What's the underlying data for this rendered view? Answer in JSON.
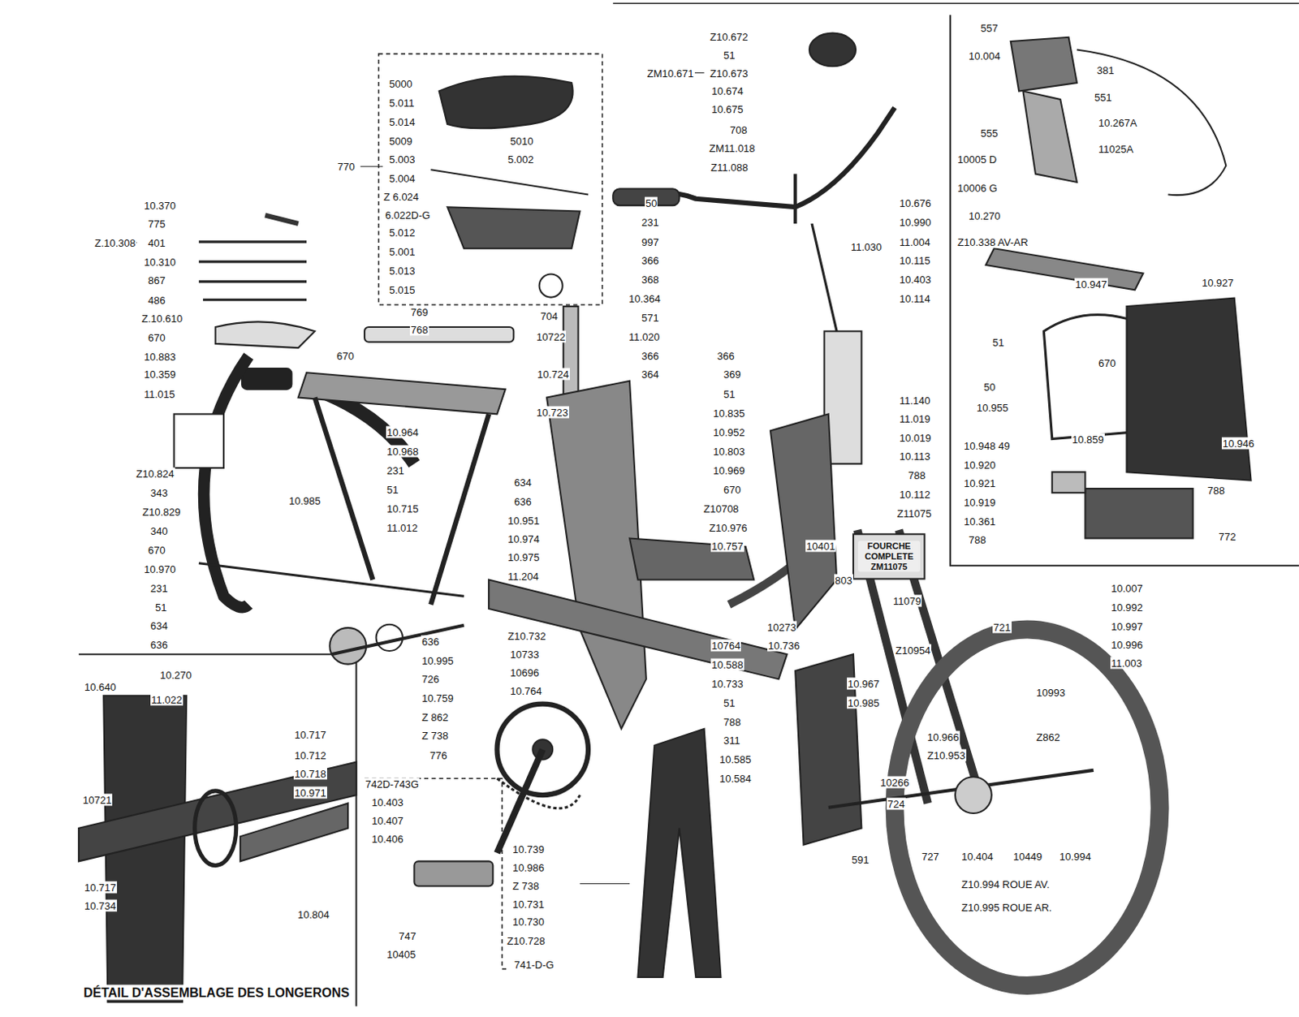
{
  "diagram": {
    "labels": [
      "Z10.672",
      "51",
      "ZM10.671",
      "Z10.673",
      "10.674",
      "10.675",
      "708",
      "ZM11.018",
      "Z11.088",
      "5000",
      "5.011",
      "5.014",
      "5009",
      "5010",
      "5.003",
      "5.002",
      "770",
      "5.004",
      "Z 6.024",
      "6.022D-G",
      "5.012",
      "5.001",
      "5.013",
      "5.015",
      "10.370",
      "775",
      "Z.10.308",
      "401",
      "10.310",
      "867",
      "486",
      "Z.10.610",
      "670",
      "10.883",
      "10.359",
      "11.015",
      "Z10.824",
      "343",
      "Z10.829",
      "340",
      "670",
      "10.970",
      "231",
      "51",
      "634",
      "636",
      "10.985",
      "769",
      "768",
      "670",
      "704",
      "10722",
      "10.724",
      "10.723",
      "10.964",
      "10.968",
      "231",
      "51",
      "10.715",
      "11.012",
      "634",
      "636",
      "10.951",
      "10.974",
      "10.975",
      "11.204",
      "636",
      "10.995",
      "726",
      "10.759",
      "Z 862",
      "Z 738",
      "776",
      "Z10.732",
      "10733",
      "10696",
      "10.764",
      "50",
      "231",
      "997",
      "366",
      "368",
      "10.364",
      "571",
      "11.020",
      "366",
      "364",
      "366",
      "369",
      "51",
      "10.835",
      "10.952",
      "10.803",
      "10.969",
      "670",
      "Z10708",
      "Z10.976",
      "10.757",
      "10401",
      "803",
      "10273",
      "10764",
      "10.736",
      "10.588",
      "10.733",
      "51",
      "788",
      "311",
      "10.585",
      "10.584",
      "11.030",
      "10.676",
      "10.990",
      "11.004",
      "10.115",
      "10.403",
      "10.114",
      "11.140",
      "11.019",
      "10.019",
      "10.113",
      "788",
      "10.112",
      "Z11075",
      "FOURCHE COMPLETE ZM11075",
      "11079",
      "Z10954",
      "10.967",
      "10.985",
      "10.966",
      "Z10.953",
      "10266",
      "724",
      "721",
      "10.007",
      "10.992",
      "10.997",
      "10.996",
      "11.003",
      "10993",
      "Z862",
      "591",
      "727",
      "10.404",
      "10449",
      "10.994",
      "Z10.994 ROUE AV.",
      "Z10.995 ROUE AR.",
      "557",
      "10.004",
      "381",
      "551",
      "10.267A",
      "11025A",
      "555",
      "10005 D",
      "10006 G",
      "10.270",
      "Z10.338 AV-AR",
      "10.947",
      "10.927",
      "51",
      "670",
      "50",
      "10.955",
      "10.859",
      "10.946",
      "10.948 49",
      "10.920",
      "10.921",
      "10.919",
      "10.361",
      "788",
      "788",
      "772",
      "742D-743G",
      "10.403",
      "10.407",
      "10.406",
      "747",
      "10405",
      "10.739",
      "10.986",
      "Z 738",
      "10.731",
      "10.730",
      "Z10.728",
      "741-D-G",
      "10.640",
      "10.270",
      "11.022",
      "10.717",
      "10.712",
      "10.718",
      "10.971",
      "10721",
      "10.717",
      "10.734",
      "10.804",
      "DÉTAIL D'ASSEMBLAGE DES LONGERONS"
    ]
  }
}
